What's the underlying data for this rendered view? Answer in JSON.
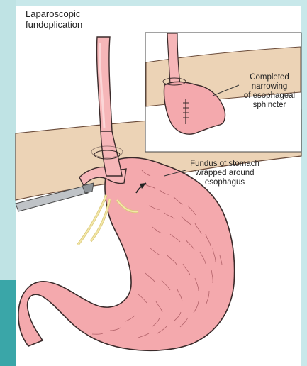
{
  "title": "Laparoscopic\nfundoplication",
  "labels": {
    "inset": "Completed\nnarrowing\nof esophageal\nsphincter",
    "fundus": "Fundus of stomach\nwrapped around\nesophagus"
  },
  "colors": {
    "tissue": "#f6b6b8",
    "tissue_dark": "#c9787c",
    "diaphragm": "#e9c7a6",
    "ligament": "#f3e7a8",
    "outline": "#3a2a2a",
    "accent_teal": "#3aa6a8"
  }
}
